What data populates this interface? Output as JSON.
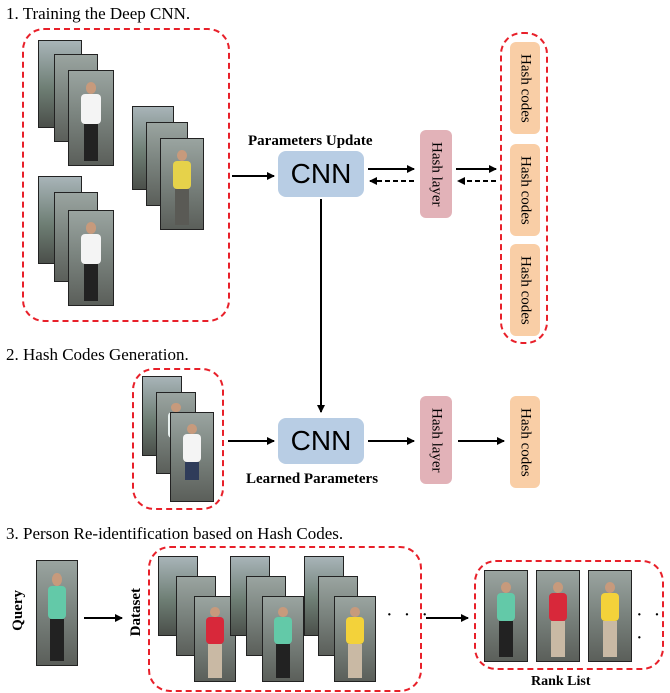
{
  "steps": {
    "step1_title": "1. Training the Deep CNN.",
    "step2_title": "2. Hash Codes Generation.",
    "step3_title": "3. Person Re-identification based on Hash Codes."
  },
  "labels": {
    "parameters_update": "Parameters Update",
    "learned_parameters": "Learned Parameters",
    "cnn": "CNN",
    "hash_layer": "Hash layer",
    "hash_codes": "Hash codes",
    "query": "Query",
    "dataset": "Dataset",
    "rank_list": "Rank List",
    "ellipsis": "· · ·"
  },
  "colors": {
    "dashed_border": "#e8202a",
    "cnn_fill": "#b8cde4",
    "hash_layer_fill": "#e2b2b8",
    "hash_code_fill": "#f9cea6"
  },
  "shirt_colors": [
    "#ffffff",
    "#e6d24a",
    "#e8f0ee",
    "#d8283a",
    "#63c9a8",
    "#f3d23a"
  ]
}
